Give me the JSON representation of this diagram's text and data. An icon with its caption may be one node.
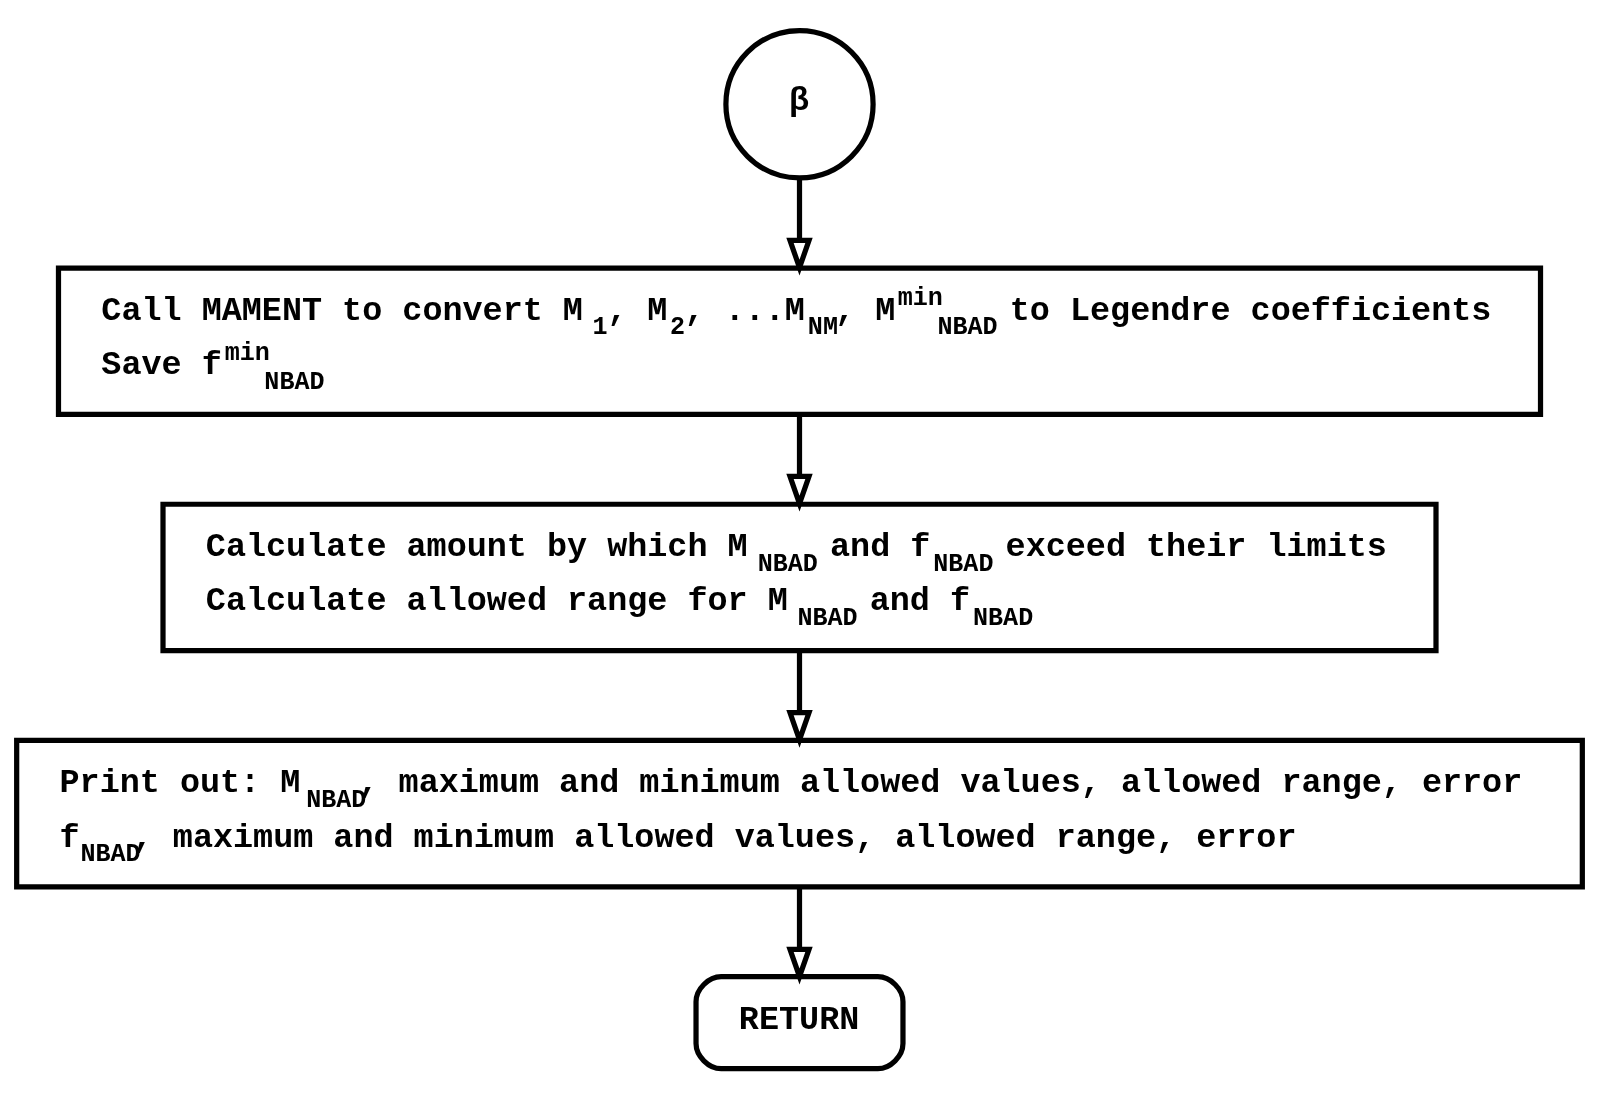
{
  "diagram": {
    "nodes": [
      {
        "text": [
          "β"
        ]
      },
      {
        "text": [
          "Call MAMENT to convert M$_{1}$, M$_{2}$, ...M$_{NM}$, M$^{min}$$_{NBAD}$ to Legendre coefficients",
          "Save f$^{min}$$_{NBAD}$"
        ]
      },
      {
        "text": [
          "Calculate amount by which M$_{NBAD}$ and f$_{NBAD}$ exceed their limits",
          "Calculate allowed range for M$_{NBAD}$ and f$_{NBAD}$"
        ]
      },
      {
        "text": [
          "Print out: M$_{NBAD}$, maximum and minimum allowed values, allowed range, error",
          "f$_{NBAD}$, maximum and minimum allowed values, allowed range, error"
        ]
      },
      {
        "text": [
          "RETURN"
        ]
      }
    ],
    "edges": [
      {
        "from": 0,
        "to": 1,
        "arrow": "to"
      },
      {
        "from": 1,
        "to": 2,
        "arrow": "to"
      },
      {
        "from": 2,
        "to": 3,
        "arrow": "to"
      },
      {
        "from": 3,
        "to": 4,
        "arrow": "to"
      }
    ]
  }
}
